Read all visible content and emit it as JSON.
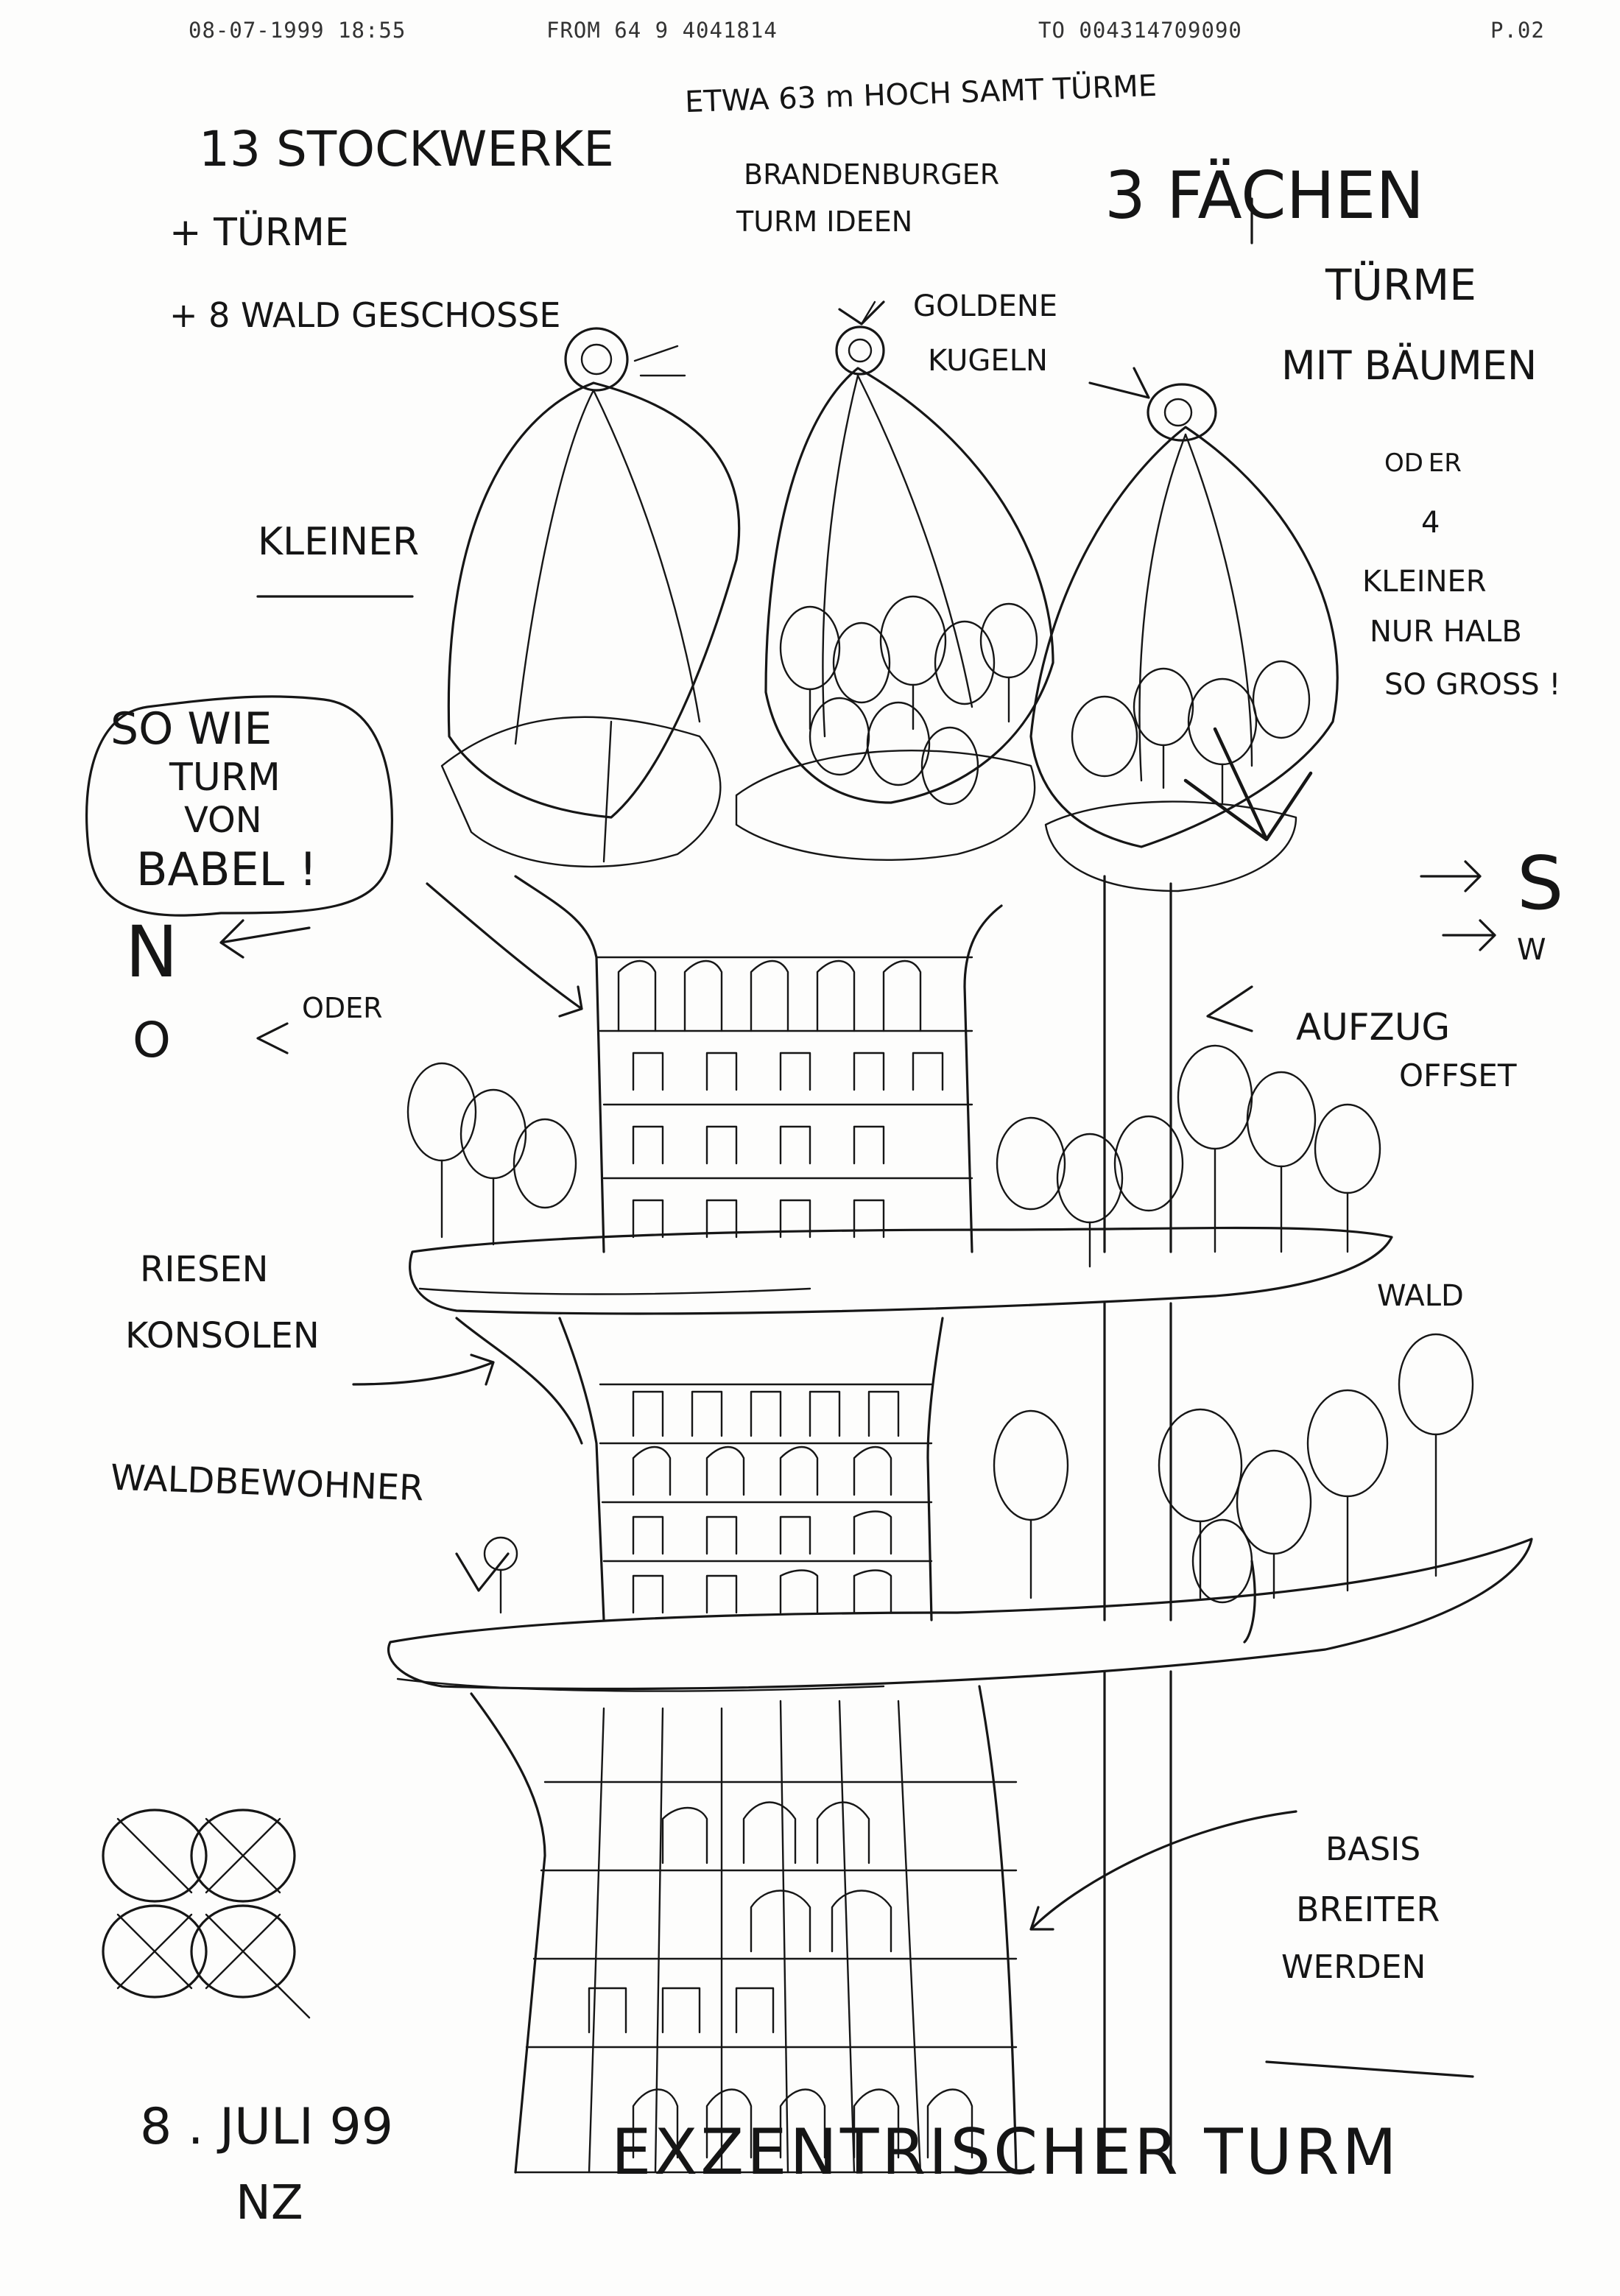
{
  "fax_header": {
    "datetime": "08-07-1999  18:55",
    "from": "FROM 64 9 4041814",
    "to": "TO 004314709090",
    "page": "P.02"
  },
  "notes": {
    "floors": "13  STOCKWERKE",
    "height": "ETWA 63 m HOCH SAMT TÜRME",
    "brandenburger_1": "BRANDENBURGER",
    "brandenburger_2": "TURM IDEEN",
    "three_times": "3 FÄCHEN",
    "towers": "TÜRME",
    "with_trees": "MIT BÄUMEN",
    "or_label": "OD ER",
    "four": "4",
    "smaller_1": "KLEINER",
    "smaller_2": "NUR HALB",
    "smaller_3": "SO GROSS !",
    "plus_towers": "+ TÜRME",
    "plus_forest": "+ 8 WALD GESCHOSSE",
    "golden_1": "GOLDENE",
    "golden_2": "KUGELN",
    "kleiner_left": "KLEINER",
    "babel_1": "SO  WIE",
    "babel_2": "TURM",
    "babel_3": "VON",
    "babel_4": "BABEL !",
    "north": "N",
    "east_o": "O",
    "oder": "ODER",
    "south": "S",
    "west_w": "W",
    "elevator_1": "AUFZUG",
    "elevator_2": "OFFSET",
    "riesen_1": "RIESEN",
    "riesen_2": "KONSOLEN",
    "wald": "WALD",
    "forest_dwellers": "WALDBEWOHNER",
    "base_1": "BASIS",
    "base_2": "BREITER",
    "base_3": "WERDEN",
    "date": "8 . JULI 99",
    "initials": "NZ",
    "title": "EXZENTRISCHER  TURM"
  },
  "icons": {
    "sketch": "tower-sketch-drawing",
    "arrows": "hand-drawn-arrow",
    "trees": "tree-icon",
    "spheres": "golden-sphere-icon",
    "thumbnail": "crossed-circles-sketch"
  },
  "colors": {
    "ink": "#161616",
    "paper": "#fdfdfc",
    "fax_text": "#333333"
  }
}
